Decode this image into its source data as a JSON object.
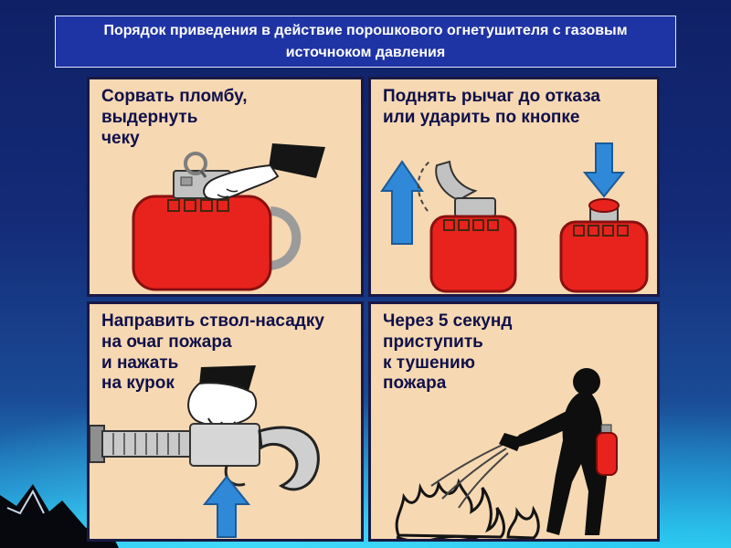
{
  "slide": {
    "title": "Порядок приведения в действие порошкового огнетушителя с газовым\nисточноком давления"
  },
  "panels": [
    {
      "step": 1,
      "caption": "Сорвать пломбу,\nвыдернуть\nчеку",
      "illustration": "hand-pulling-safety-pin-from-red-extinguisher"
    },
    {
      "step": 2,
      "caption": "Поднять рычаг до отказа\nили ударить по кнопке",
      "illustration": "two-extinguishers-with-blue-up-and-down-arrows"
    },
    {
      "step": 3,
      "caption": "Направить ствол-насадку\nна очаг пожара\nи нажать\nна курок",
      "illustration": "hand-holding-nozzle-gun-with-blue-up-arrow"
    },
    {
      "step": 4,
      "caption": "Через 5 секунд\nприступить\nк тушению\nпожара",
      "illustration": "person-silhouette-spraying-fire"
    }
  ],
  "colors": {
    "banner_bg": "#1f34a4",
    "banner_border": "#dfe5ff",
    "panel_bg": "#f6d8b2",
    "panel_border": "#191944",
    "caption_text": "#10104a",
    "extinguisher_red": "#e8231d",
    "arrow_blue": "#2f89d8",
    "background_top": "#0f2066",
    "background_bottom_cyan": "#28c4ea"
  }
}
